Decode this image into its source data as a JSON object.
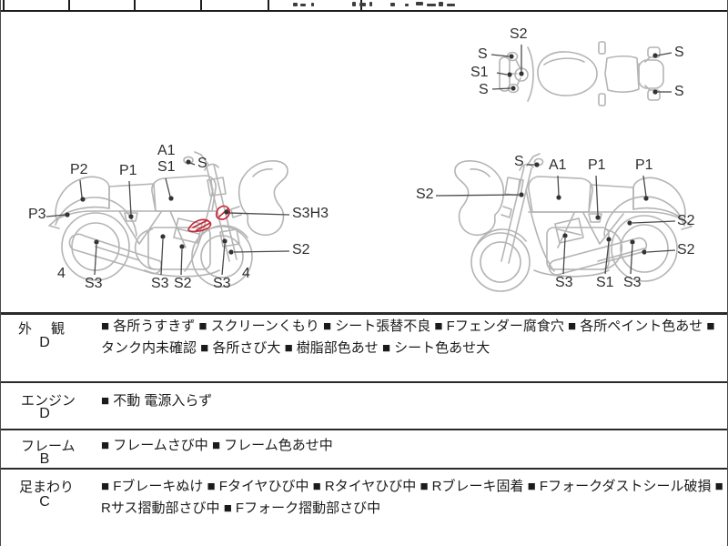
{
  "diagrams": {
    "top_view": {
      "labels": [
        "S2",
        "S",
        "S1",
        "S",
        "S",
        "S"
      ]
    },
    "left_side": {
      "labels": [
        "A1",
        "S1",
        "S",
        "P2",
        "P1",
        "P3",
        "S3H3",
        "S2",
        "4",
        "S3",
        "S3",
        "S2",
        "S3",
        "4"
      ]
    },
    "right_side": {
      "labels": [
        "S",
        "A1",
        "P1",
        "P1",
        "S2",
        "S2",
        "S2",
        "S3",
        "S1",
        "S3"
      ]
    }
  },
  "inspection_table": {
    "rows": [
      {
        "section": "外　観",
        "grade": "D",
        "line1": "■ 各所うすきず ■ スクリーンくもり ■ シート張替不良 ■ Fフェンダー腐食穴 ■ 各所ペイント色あせ ■",
        "line2": "タンク内未確認 ■ 各所さび大 ■ 樹脂部色あせ ■ シート色あせ大"
      },
      {
        "section": "エンジン",
        "grade": "D",
        "line1": "■ 不動 電源入らず"
      },
      {
        "section": "フレーム",
        "grade": "B",
        "line1": "■ フレームさび中 ■ フレーム色あせ中"
      },
      {
        "section": "足まわり",
        "grade": "C",
        "line1": "■ Fブレーキぬけ ■ Fタイヤひび中 ■ Rタイヤひび中 ■ Rブレーキ固着 ■ Fフォークダストシール破損 ■",
        "line2": "Rサス摺動部さび中 ■ Fフォーク摺動部さび中"
      }
    ]
  },
  "colors": {
    "diagram_outline": "#b4b4b4",
    "callout_line": "#4a4a4a",
    "text": "#1b1b1b",
    "damage_mark_red": "#c22b3a",
    "border": "#2a2a2a"
  }
}
